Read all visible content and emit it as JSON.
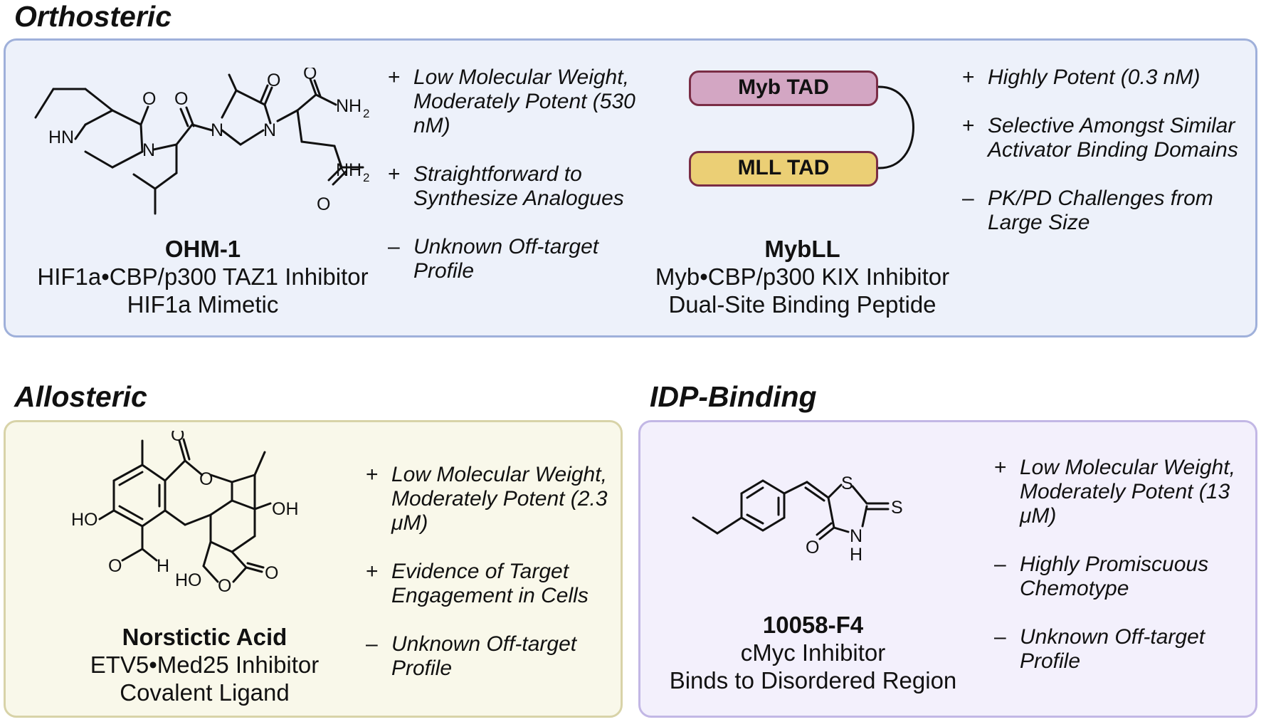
{
  "sections": {
    "orthosteric": {
      "title": "Orthosteric",
      "compound1": {
        "name": "OHM-1",
        "line1": "HIF1a•CBP/p300 TAZ1 Inhibitor",
        "line2": "HIF1a Mimetic",
        "pros_cons": [
          {
            "sign": "+",
            "text": "Low Molecular Weight, Moderately Potent (530 nM)"
          },
          {
            "sign": "+",
            "text": "Straightforward to Synthesize Analogues"
          },
          {
            "sign": "–",
            "text": "Unknown Off-target Profile"
          }
        ]
      },
      "compound2": {
        "name": "MybLL",
        "line1": "Myb•CBP/p300 KIX Inhibitor",
        "line2": "Dual-Site Binding Peptide",
        "myb_label": "Myb TAD",
        "mll_label": "MLL TAD",
        "pros_cons": [
          {
            "sign": "+",
            "text": "Highly Potent (0.3 nM)"
          },
          {
            "sign": "+",
            "text": "Selective Amongst Similar Activator Binding Domains"
          },
          {
            "sign": "–",
            "text": "PK/PD Challenges from Large Size"
          }
        ]
      }
    },
    "allosteric": {
      "title": "Allosteric",
      "compound": {
        "name": "Norstictic Acid",
        "line1": "ETV5•Med25 Inhibitor",
        "line2": "Covalent Ligand",
        "pros_cons": [
          {
            "sign": "+",
            "text": "Low Molecular Weight, Moderately Potent (2.3 μM)"
          },
          {
            "sign": "+",
            "text": "Evidence of Target Engagement in Cells"
          },
          {
            "sign": "–",
            "text": "Unknown Off-target Profile"
          }
        ]
      }
    },
    "idp": {
      "title": "IDP-Binding",
      "compound": {
        "name": "10058-F4",
        "line1": "cMyc Inhibitor",
        "line2": "Binds to Disordered Region",
        "pros_cons": [
          {
            "sign": "+",
            "text": "Low Molecular Weight, Moderately Potent (13 μM)"
          },
          {
            "sign": "–",
            "text": "Highly Promiscuous Chemotype"
          },
          {
            "sign": "–",
            "text": "Unknown Off-target Profile"
          }
        ]
      }
    }
  },
  "atoms": {
    "ohm1": [
      "O",
      "O",
      "O",
      "O",
      "NH",
      "2",
      "HN",
      "N",
      "N",
      "N",
      "O",
      "NH",
      "2"
    ],
    "norstictic": [
      "O",
      "O",
      "HO",
      "O",
      "H",
      "OH",
      "HO",
      "O",
      "O"
    ],
    "f4": [
      "S",
      "S",
      "O",
      "N",
      "H"
    ]
  },
  "colors": {
    "orthosteric_bg": "#edf1fa",
    "orthosteric_border": "#9fb0da",
    "allosteric_bg": "#f9f8ea",
    "allosteric_border": "#d8d3a8",
    "idp_bg": "#f3f0fc",
    "idp_border": "#c2b7e5",
    "myb_fill": "#d3a6c3",
    "mll_fill": "#ebcf75"
  }
}
